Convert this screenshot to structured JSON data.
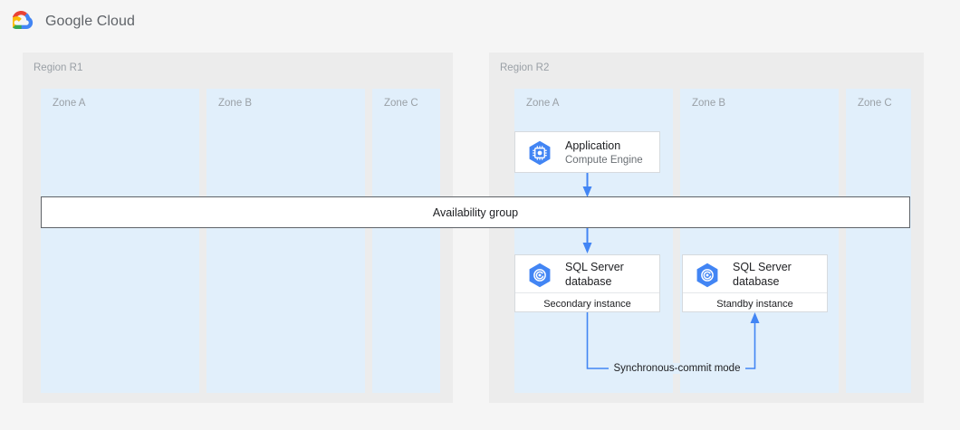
{
  "header": {
    "logo_icon": "google-cloud-logo-icon",
    "brand": "Google Cloud"
  },
  "colors": {
    "page_background": "#f5f5f5",
    "region_background": "#ececec",
    "zone_background": "#e1effb",
    "card_background": "#ffffff",
    "card_border": "#d6dade",
    "bar_border": "#5f6368",
    "connector": "#4285f4",
    "icon_hexagon": "#4285f4",
    "logo_red": "#ea4335",
    "logo_yellow": "#fbbc05",
    "logo_green": "#34a853",
    "logo_blue": "#4285f4",
    "label_text": "#9aa0a6",
    "body_text": "#202124"
  },
  "regions": [
    {
      "name": "region-r1",
      "label": "Region R1",
      "zones": [
        {
          "name": "zone-a",
          "label": "Zone A"
        },
        {
          "name": "zone-b",
          "label": "Zone B"
        },
        {
          "name": "zone-c",
          "label": "Zone C"
        }
      ]
    },
    {
      "name": "region-r2",
      "label": "Region R2",
      "zones": [
        {
          "name": "zone-a",
          "label": "Zone A"
        },
        {
          "name": "zone-b",
          "label": "Zone B"
        },
        {
          "name": "zone-c",
          "label": "Zone C"
        }
      ]
    }
  ],
  "availability_group": {
    "label": "Availability group"
  },
  "cards": {
    "application": {
      "icon": "compute-engine-icon",
      "title": "Application",
      "subtitle": "Compute Engine"
    },
    "secondary_db": {
      "icon": "sql-database-icon",
      "title_line1": "SQL Server",
      "title_line2": "database",
      "footer": "Secondary instance"
    },
    "standby_db": {
      "icon": "sql-database-icon",
      "title_line1": "SQL Server",
      "title_line2": "database",
      "footer": "Standby instance"
    }
  },
  "connectors": {
    "sync_commit_label": "Synchronous-commit mode"
  }
}
